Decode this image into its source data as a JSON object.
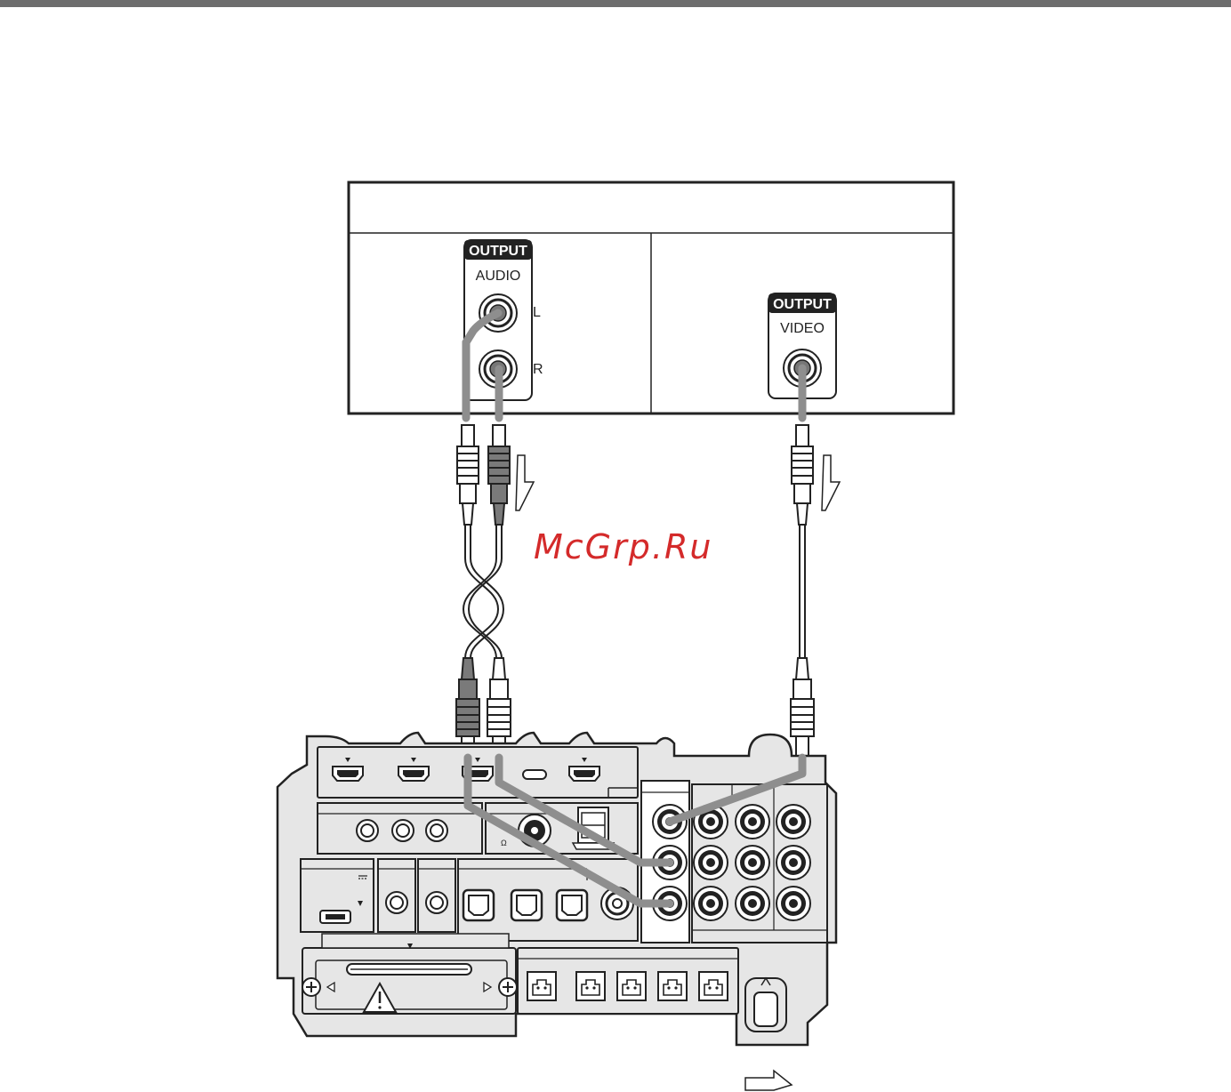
{
  "watermark": "McGrp.Ru",
  "source_device": {
    "audio_panel": {
      "badge": "OUTPUT",
      "label": "AUDIO",
      "left": "L",
      "right": "R"
    },
    "video_panel": {
      "badge": "OUTPUT",
      "label": "VIDEO"
    }
  },
  "receiver": {
    "ohm_symbol": "Ω"
  },
  "colors": {
    "cable": "#8e8e8e",
    "plug_dark": "#7a7a7a",
    "panel_fill": "#e6e6e6",
    "line": "#222222",
    "watermark": "#d42a2a",
    "topbar": "#6d6d6d"
  }
}
